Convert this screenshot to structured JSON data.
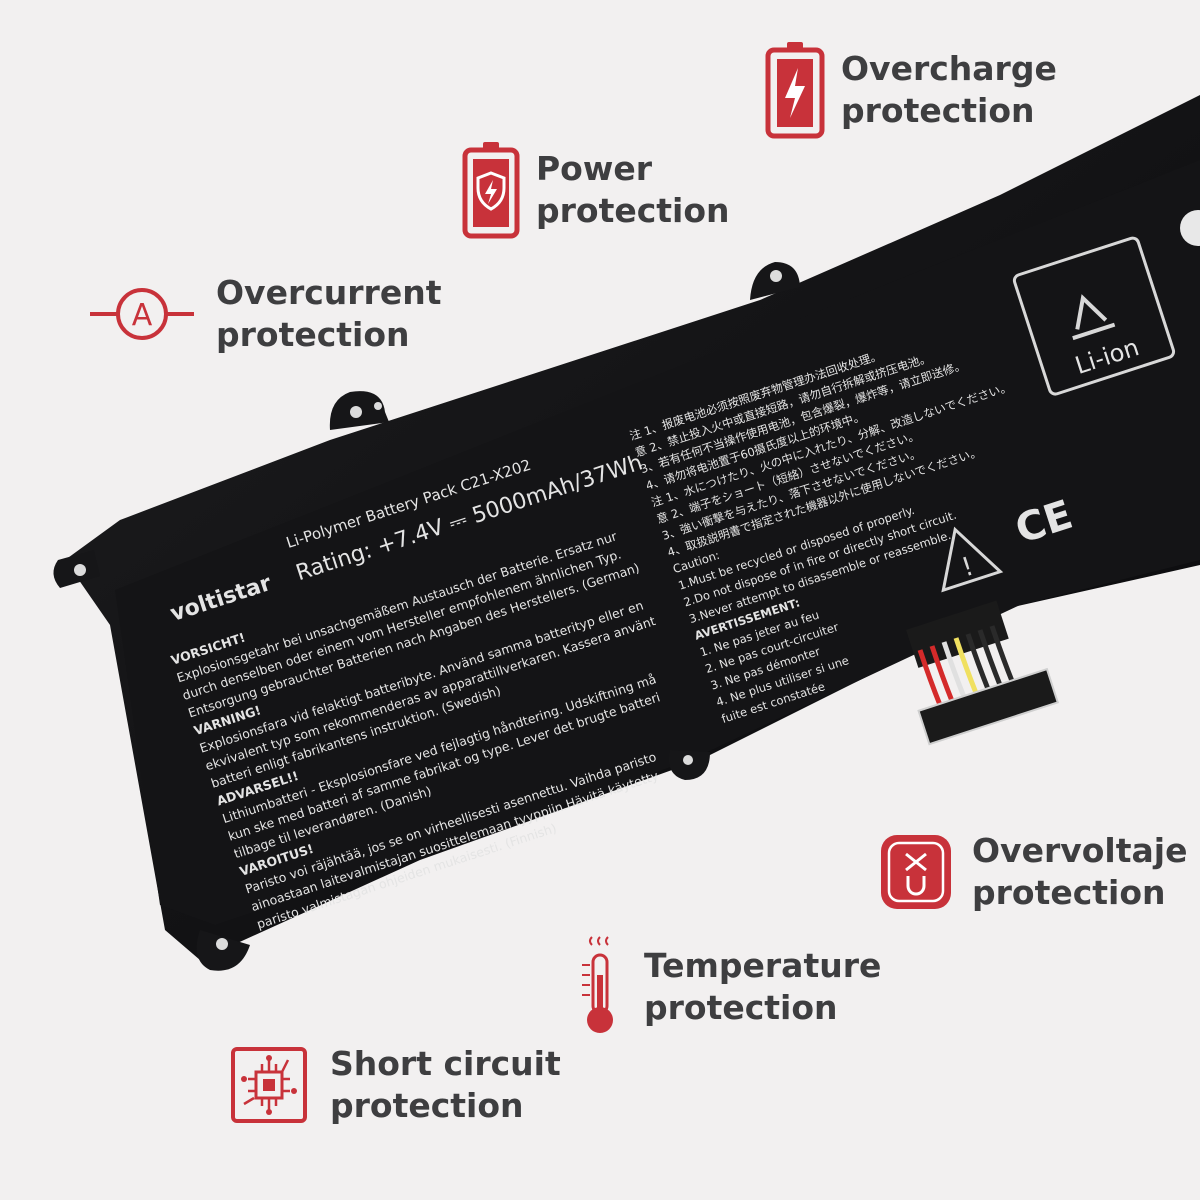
{
  "brand": "voltistar",
  "accent_color": "#c8323a",
  "features": [
    {
      "id": "overcharge",
      "icon": "battery-bolt-icon",
      "line1": "Overcharge",
      "line2": "protection"
    },
    {
      "id": "power",
      "icon": "battery-shield-icon",
      "line1": "Power",
      "line2": "protection"
    },
    {
      "id": "overcurrent",
      "icon": "ammeter-icon",
      "line1": "Overcurrent",
      "line2": "protection"
    },
    {
      "id": "overvoltage",
      "icon": "voltage-icon",
      "line1": "Overvoltaje",
      "line2": "protection"
    },
    {
      "id": "temperature",
      "icon": "thermometer-icon",
      "line1": "Temperature",
      "line2": "protection"
    },
    {
      "id": "shortcircuit",
      "icon": "circuit-chip-icon",
      "line1": "Short circuit",
      "line2": "protection"
    }
  ],
  "battery": {
    "model_line": "Li-Polymer Battery Pack C21-X202",
    "rating_line": "Rating: +7.4V ⎓ 5000mAh/37Wh",
    "recycle_label": "Li-ion",
    "ce_mark": "CE",
    "left_block": [
      "VORSICHT!",
      "Explosionsgetahr bei unsachgemäßem Austausch der Batterie. Ersatz nur",
      "durch denselben oder einem vom Hersteller empfohlenem ähnlichen Typ.",
      "Entsorgung gebrauchter Batterien nach Angaben des Herstellers. (German)",
      "VARNING!",
      "Explosionsfara vid felaktigt batteribyte. Använd samma batterityp eller en",
      "ekvivalent typ som rekommenderas av apparattillverkaren. Kassera använt",
      "batteri enligt fabrikantens instruktion. (Swedish)",
      "ADVARSEL!!",
      "Lithiumbatteri - Eksplosionsfare ved fejlagtig håndtering. Udskiftning må",
      "kun ske med batteri af samme fabrikat og type. Lever det brugte batteri",
      "tilbage til leverandøren. (Danish)",
      "VAROITUS!",
      "Paristo voi räjähtää, jos se on virheellisesti asennettu. Vaihda paristo",
      "ainoastaan laitevalmistajan suosittelemaan tyyppiin.Hävitä käytetty",
      "paristo valmistagan ohjeiden mukaisesti. (Finnish)"
    ],
    "right_block": [
      "注 1、报废电池必须按照废弃物管理办法回收处理。",
      "意 2、禁止投入火中或直接短路，请勿自行拆解或挤压电池。",
      "  3、若有任何不当操作使用电池，包含爆裂，爆炸等，请立即送修。",
      "  4、请勿将电池置于60摄氏度以上的环境中。",
      "注 1、水につけたり、火の中に入れたり、分解、改造しないでください。",
      "意 2、端子をショート（短絡）させないでください。",
      "  3、強い衝撃を与えたり、落下させないでください。",
      "  4、取扱説明書で指定された機器以外に使用しないでください。",
      "Caution:",
      "1.Must be recycled or disposed of properly.",
      "2.Do not dispose of in fire or directly short circuit.",
      "3.Never attempt to disassemble or reassemble.",
      "AVERTISSEMENT:",
      "1. Ne pas jeter au feu",
      "2. Ne pas court-circuiter",
      "3. Ne pas démonter",
      "4. Ne plus utiliser si une",
      "   fuite est constatée"
    ]
  }
}
